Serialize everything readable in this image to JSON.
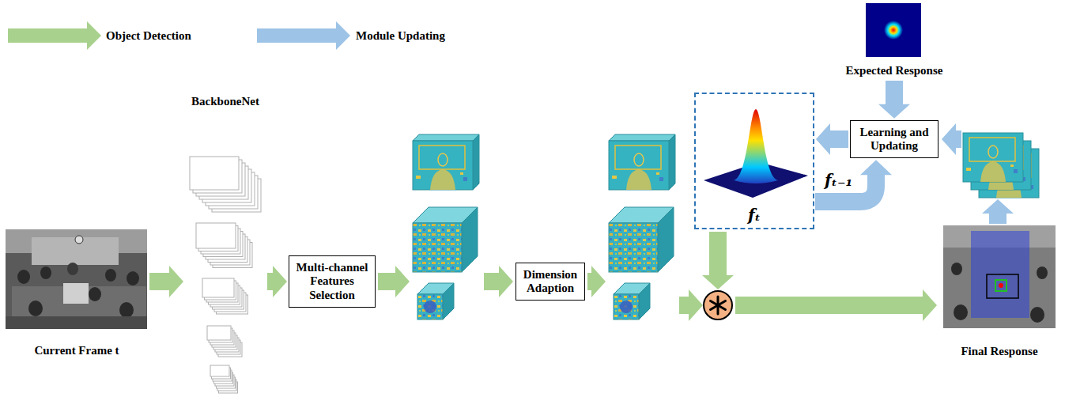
{
  "diagram": {
    "nodes": [
      {
        "text": [
          "Current Frame t"
        ]
      },
      {
        "text": [
          "BackboneNet"
        ]
      },
      {
        "text": [
          "Multi-channel Features Selection"
        ]
      },
      {
        "text": [
          "Dimension Adaption"
        ]
      },
      {
        "text": [
          "Expected Response"
        ]
      },
      {
        "text": [
          "fₜ"
        ]
      },
      {
        "text": [
          "Learning and Updating"
        ]
      },
      {
        "text": [
          "Final Response"
        ]
      }
    ],
    "edges": [
      {
        "from": 0,
        "to": 1,
        "arrow": "to"
      },
      {
        "from": 1,
        "to": 2,
        "arrow": "to"
      },
      {
        "from": 4,
        "to": 6,
        "arrow": "to"
      },
      {
        "from": 6,
        "to": 5,
        "arrow": "to"
      },
      {
        "from": 5,
        "to": 6,
        "label": "fₜ₋₁",
        "arrow": "to"
      }
    ],
    "legend": [
      {
        "text": "Object Detection",
        "color": "#a9d18e"
      },
      {
        "text": "Module Updating",
        "color": "#9dc3e6"
      }
    ]
  }
}
